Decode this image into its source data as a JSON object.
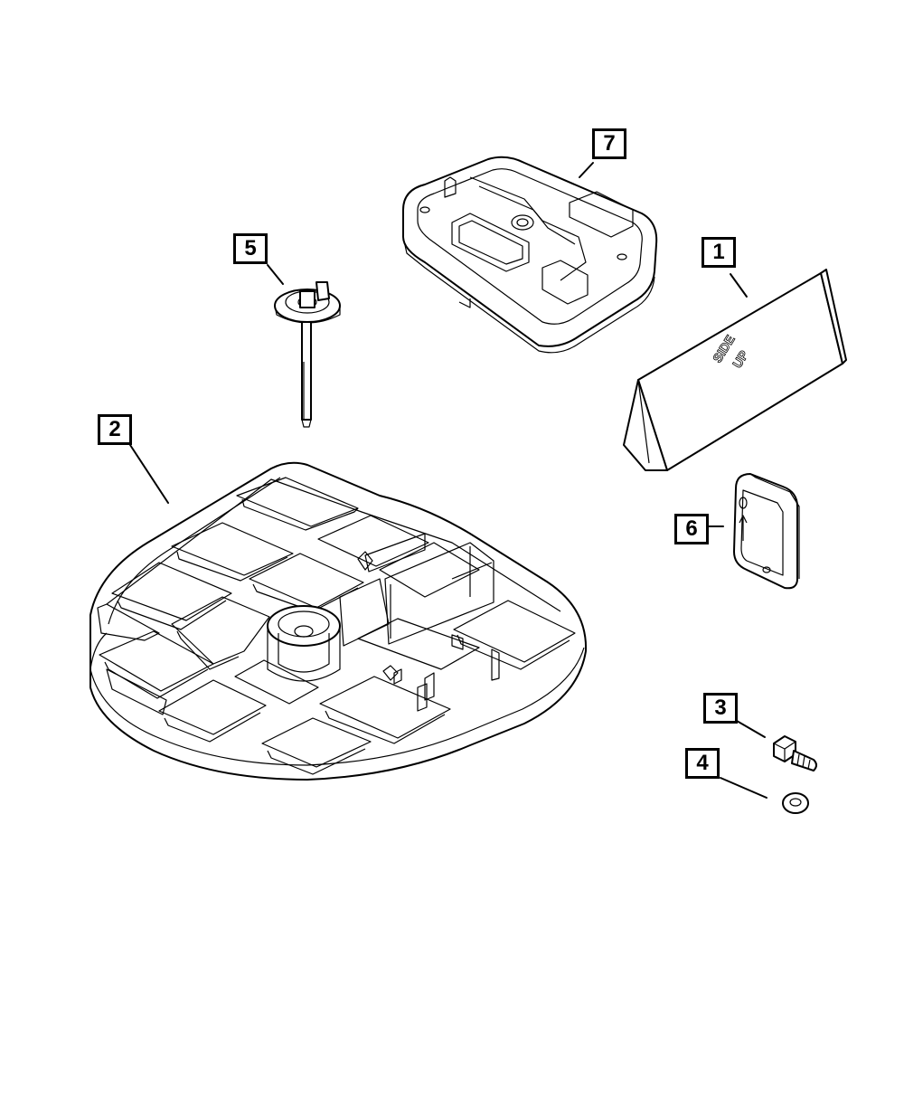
{
  "callouts": {
    "c1": "1",
    "c2": "2",
    "c3": "3",
    "c4": "4",
    "c5": "5",
    "c6": "6",
    "c7": "7"
  },
  "embossed_text": {
    "line1": "SIDE",
    "line2": "UP"
  }
}
